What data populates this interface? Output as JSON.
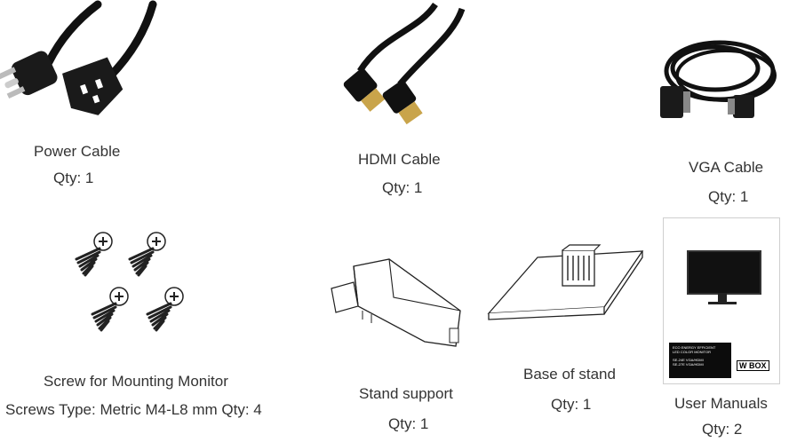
{
  "items": {
    "power": {
      "name": "Power Cable",
      "qty": "Qty: 1",
      "icon": "power-cable-icon"
    },
    "hdmi": {
      "name": "HDMI Cable",
      "qty": "Qty: 1",
      "icon": "hdmi-cable-icon"
    },
    "vga": {
      "name": "VGA Cable",
      "qty": "Qty: 1",
      "icon": "vga-cable-icon"
    },
    "screw": {
      "name": "Screw for Mounting Monitor",
      "qty": "Screws Type: Metric M4-L8 mm Qty: 4",
      "icon": "screw-icon"
    },
    "support": {
      "name": "Stand support",
      "qty": "Qty: 1",
      "icon": "stand-support-icon"
    },
    "base": {
      "name": "Base of stand",
      "qty": "Qty: 1",
      "icon": "stand-base-icon"
    },
    "manual": {
      "name": "User Manuals",
      "qty": "Qty: 2",
      "icon": "manual-icon",
      "cover_text": [
        "ECO ENERGY EFFICIENT",
        "LED COLOR MONITOR",
        "SE-24E VGA/HDMI",
        "SE-27E VGA/HDMI"
      ],
      "brand": "W BOX"
    }
  }
}
